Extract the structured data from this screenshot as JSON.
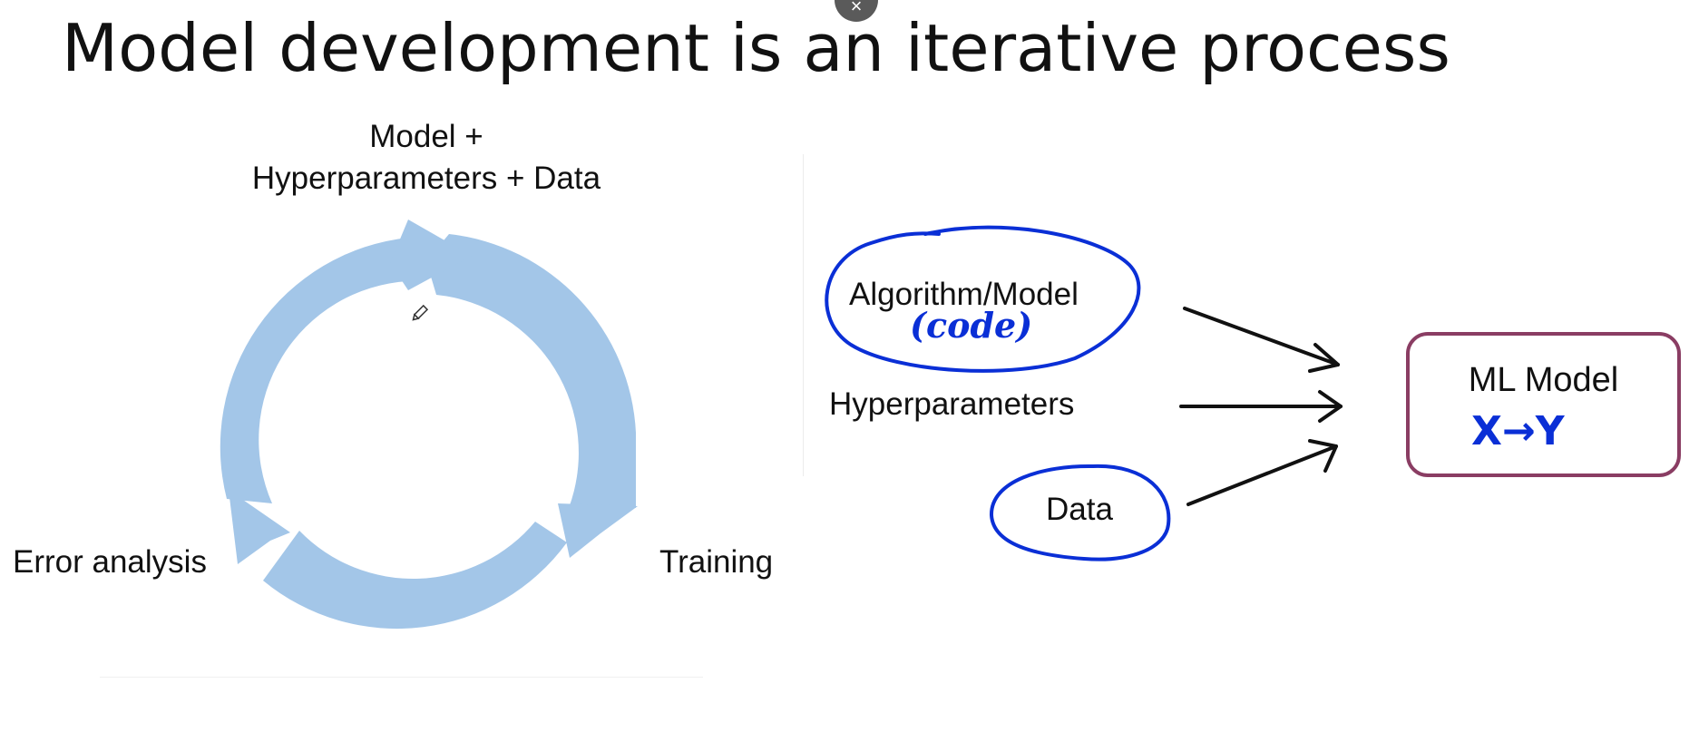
{
  "slide": {
    "title": "Model development is an iterative process",
    "close_icon": "×"
  },
  "cycle": {
    "top_label_line1": "Model +",
    "top_label_line2": "Hyperparameters + Data",
    "left_label": "Error analysis",
    "right_label": "Training",
    "arrow_color": "#a3c6e8"
  },
  "diagram": {
    "inputs": [
      "Algorithm/Model",
      "Hyperparameters",
      "Data"
    ],
    "output_label": "ML Model",
    "annotation_code": "(code)",
    "annotation_mapping": "X→Y",
    "ink_color": "#0a2fd6",
    "box_border_color": "#8a3d63"
  }
}
